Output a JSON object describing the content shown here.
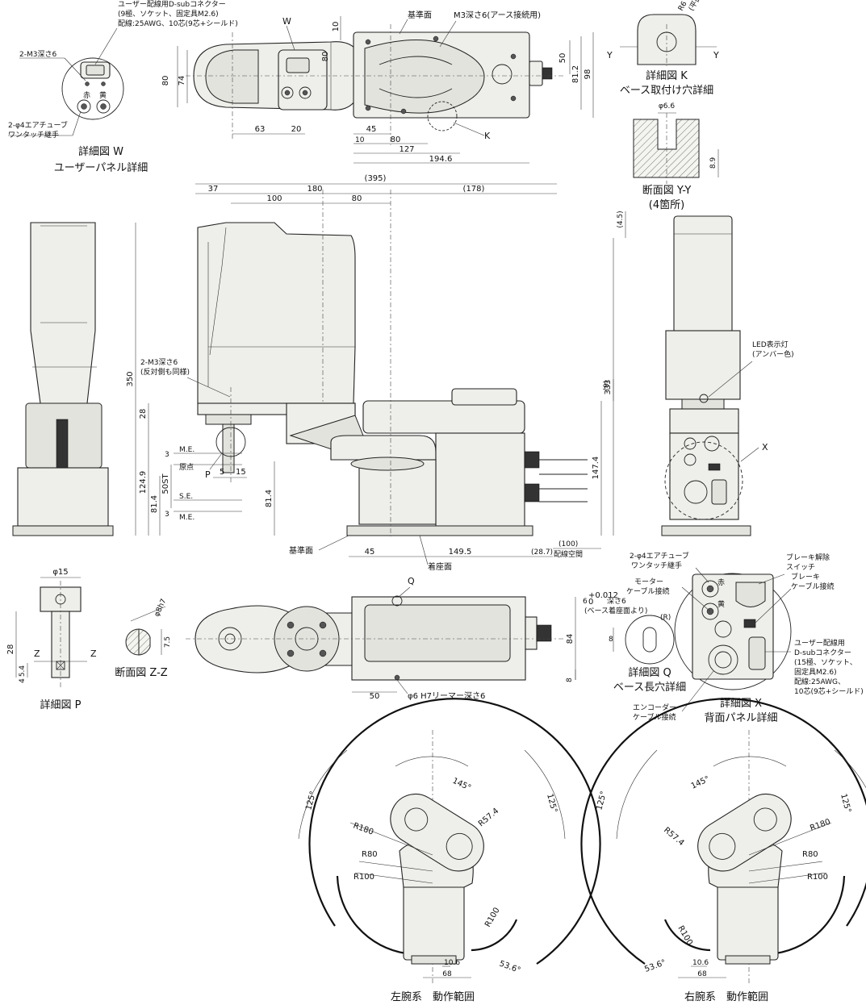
{
  "top_view": {
    "label_W": "W",
    "label_K": "K",
    "callout_base": "基準面",
    "callout_m3_earth": "M3深さ6(アース接続用)",
    "dim_10_top": "10",
    "dim_80_h": "80",
    "dim_74": "74",
    "dim_80_left": "80",
    "dim_50": "50",
    "dim_81_2": "81.2",
    "dim_98": "98",
    "dim_63": "63",
    "dim_20": "20",
    "dim_45": "45",
    "dim_10_bottom": "10",
    "dim_80_bottom": "80",
    "dim_127": "127",
    "dim_194_6": "194.6"
  },
  "detail_W": {
    "callout_dsub": "ユーザー配線用D-subコネクター",
    "callout_dsub_2": "(9極、ソケット、固定具M2.6)",
    "callout_dsub_3": "配線:25AWG、10芯(9芯+シールド)",
    "callout_m3": "2-M3深さ6",
    "callout_air": "2-φ4エアチューブ",
    "callout_air_2": "ワンタッチ継手",
    "red": "赤",
    "yellow": "黄",
    "title_1": "詳細図 W",
    "title_2": "ユーザーパネル詳細"
  },
  "detail_K": {
    "r6": "R6",
    "r6_note": "(平面部)",
    "y_left": "Y",
    "y_right": "Y",
    "title_1": "詳細図 K",
    "title_2": "ベース取付け穴詳細"
  },
  "section_YY": {
    "phi": "φ6.6",
    "dim_8_9": "8.9",
    "title_1": "断面図 Y-Y",
    "title_2": "(4箇所)"
  },
  "front_view": {
    "dim_395": "(395)",
    "dim_37": "37",
    "dim_180": "180",
    "dim_178": "(178)",
    "dim_100": "100",
    "dim_80": "80",
    "dim_4_5": "(4.5)",
    "dim_350": "350",
    "dim_333": "333",
    "dim_9": "(9)",
    "dim_28": "28",
    "dim_147_4": "147.4",
    "dim_124_9": "124.9",
    "dim_81_4_a": "81.4",
    "dim_81_4_b": "81.4",
    "dim_50st": "50ST",
    "dim_3_a": "3",
    "dim_3_b": "3",
    "dim_5": "5",
    "dim_15": "15",
    "me_top": "M.E.",
    "origin": "原点",
    "se": "S.E.",
    "me_bottom": "M.E.",
    "label_P": "P",
    "callout_m3_1": "2-M3深さ6",
    "callout_m3_2": "(反対側も同様)",
    "callout_base": "基準面",
    "dim_45": "45",
    "dim_149_5": "149.5",
    "dim_28_7": "(28.7)",
    "dim_100_cable": "(100)",
    "cable_space": "配線空間",
    "mount_face": "着座面"
  },
  "side_view_right": {
    "led_1": "LED表示灯",
    "led_2": "(アンバー色)",
    "label_X": "X"
  },
  "detail_P": {
    "phi15": "φ15",
    "dim_28": "28",
    "dim_5_4": "5.4",
    "dim_4": "4",
    "z_left": "Z",
    "z_right": "Z",
    "title": "詳細図 P"
  },
  "section_ZZ": {
    "phi8h7": "φ8h7",
    "dim_7_5": "7.5",
    "title": "断面図 Z-Z"
  },
  "bottom_view": {
    "label_Q": "Q",
    "dim_84": "84",
    "dim_8": "8",
    "dim_50": "50",
    "callout_phi6": "φ6 H7リーマー深さ6"
  },
  "detail_Q": {
    "dim_6": "6",
    "tol_upper": "+0.012",
    "tol_lower": "0",
    "depth": "深さ6",
    "note": "(ベース着座面より)",
    "r": "(R)",
    "dim_8": "8",
    "title_1": "詳細図 Q",
    "title_2": "ベース長穴詳細"
  },
  "detail_X": {
    "air_1": "2-φ4エアチューブ",
    "air_2": "ワンタッチ継手",
    "motor_1": "モーター",
    "motor_2": "ケーブル接続",
    "brake_release_1": "ブレーキ解除",
    "brake_release_2": "スイッチ",
    "brake_1": "ブレーキ",
    "brake_2": "ケーブル接続",
    "user_1": "ユーザー配線用",
    "user_2": "D-subコネクター",
    "user_3": "(15極、ソケット、",
    "user_4": "固定具M2.6)",
    "user_5": "配線:25AWG、",
    "user_6": "10芯(9芯+シールド)",
    "encoder_1": "エンコーダー",
    "encoder_2": "ケーブル接続",
    "red": "赤",
    "yellow": "黄",
    "title_1": "詳細図 X",
    "title_2": "背面パネル詳細"
  },
  "range_left": {
    "a125_l": "125°",
    "a125_r": "125°",
    "a145": "145°",
    "r180": "R180",
    "r57_4": "R57.4",
    "r80": "R80",
    "r100_a": "R100",
    "r100_b": "R100",
    "a53_6": "53.6°",
    "dim_10_6": "10.6",
    "dim_68": "68",
    "title": "左腕系　動作範囲"
  },
  "range_right": {
    "a125_l": "125°",
    "a125_r": "125°",
    "a145": "145°",
    "r180": "R180",
    "r57_4": "R57.4",
    "r80": "R80",
    "r100_a": "R100",
    "r100_b": "R100",
    "a53_6": "53.6°",
    "dim_10_6": "10.6",
    "dim_68": "68",
    "title": "右腕系　動作範囲"
  }
}
